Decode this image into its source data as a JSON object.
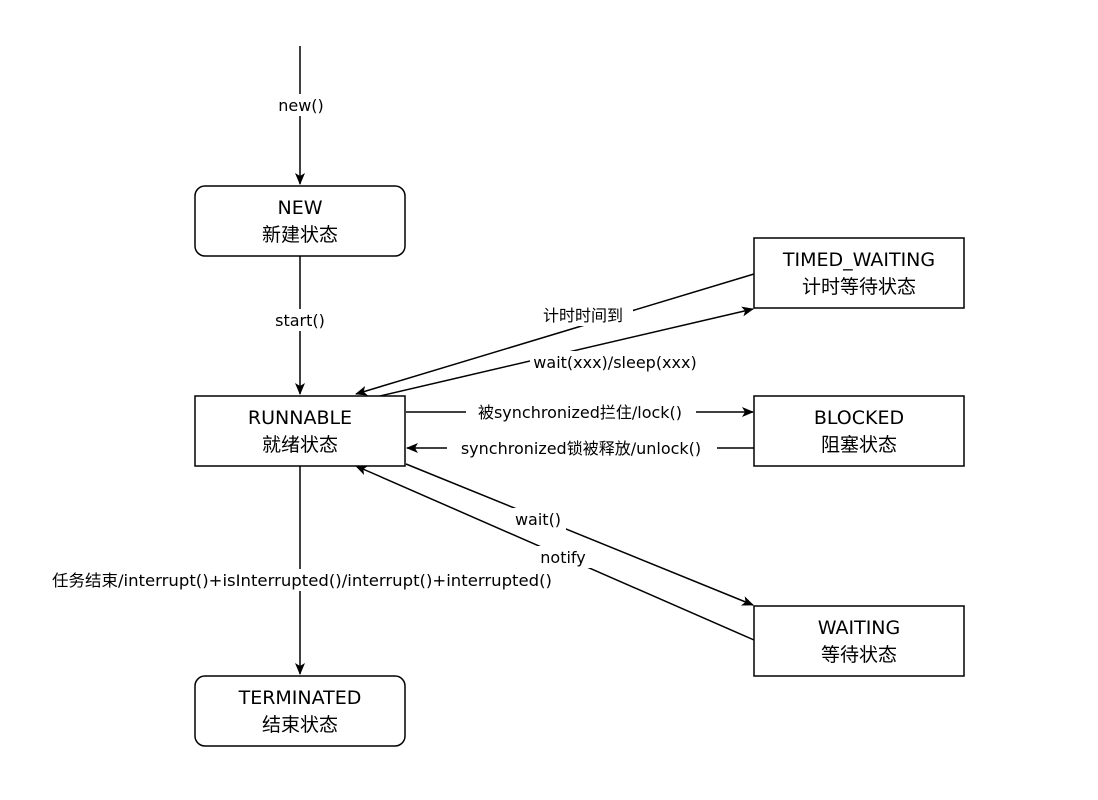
{
  "states": {
    "new": {
      "name": "NEW",
      "desc": "新建状态"
    },
    "runnable": {
      "name": "RUNNABLE",
      "desc": "就绪状态"
    },
    "terminated": {
      "name": "TERMINATED",
      "desc": "结束状态"
    },
    "timed_waiting": {
      "name": "TIMED_WAITING",
      "desc": "计时等待状态"
    },
    "blocked": {
      "name": "BLOCKED",
      "desc": "阻塞状态"
    },
    "waiting": {
      "name": "WAITING",
      "desc": "等待状态"
    }
  },
  "transitions": {
    "new_call": "new()",
    "start": "start()",
    "timeout": "计时时间到",
    "wait_sleep": "wait(xxx)/sleep(xxx)",
    "sync_blocked": "被synchronized拦住/lock()",
    "sync_released": "synchronized锁被释放/unlock()",
    "wait": "wait()",
    "notify": "notify",
    "terminate": "任务结束/interrupt()+isInterrupted()/interrupt()+interrupted()"
  },
  "colors": {
    "stroke": "#000000",
    "fill": "#ffffff",
    "text": "#000000"
  }
}
